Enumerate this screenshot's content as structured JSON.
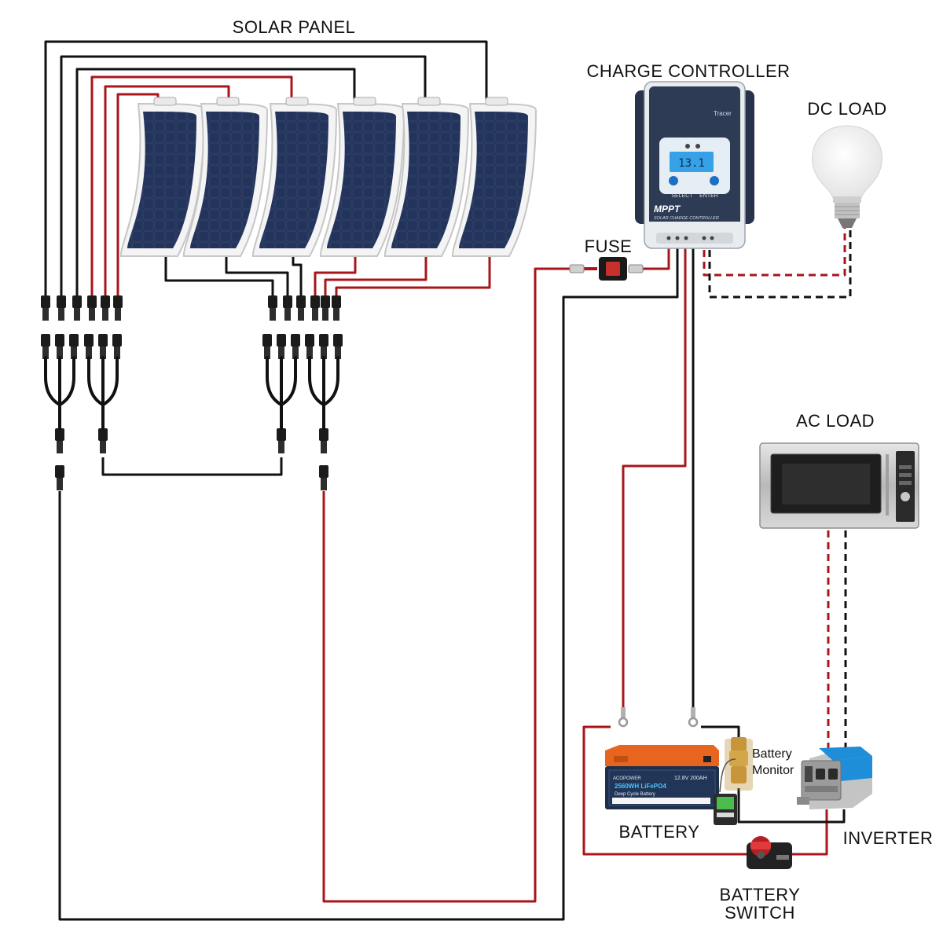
{
  "labels": {
    "solar_panel": "SOLAR PANEL",
    "charge_controller": "CHARGE CONTROLLER",
    "dc_load": "DC LOAD",
    "fuse": "FUSE",
    "ac_load": "AC LOAD",
    "battery": "BATTERY",
    "battery_monitor_line1": "Battery",
    "battery_monitor_line2": "Monitor",
    "inverter": "INVERTER",
    "battery_switch_line1": "BATTERY",
    "battery_switch_line2": "SWITCH"
  },
  "controller_face": {
    "brand": "Tracer",
    "mppt": "MPPT",
    "subtitle": "SOLAR CHARGE CONTROLLER",
    "btn_select": "SELECT",
    "btn_enter": "ENTER",
    "display": "13.1"
  },
  "battery_face": {
    "brand": "ACOPOWER",
    "capacity": "2560WH LiFePO4",
    "rating": "12.8V 200AH",
    "type": "Deep Cycle Battery"
  },
  "colors": {
    "wire_positive": "#a8161b",
    "wire_negative": "#111111",
    "panel_cell": "#1c2a4a",
    "battery_orange": "#e8651f",
    "inverter_blue": "#1f8ed8"
  },
  "panel_count": 6
}
